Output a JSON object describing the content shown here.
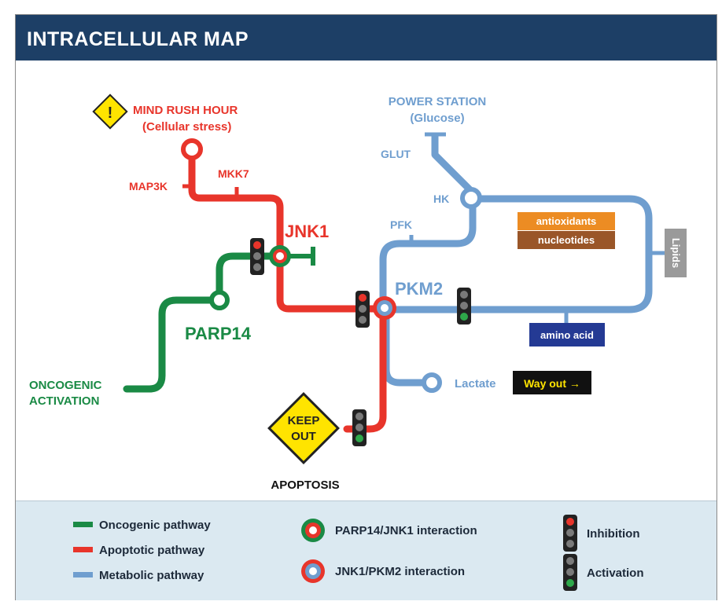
{
  "header": {
    "title": "INTRACELLULAR MAP"
  },
  "colors": {
    "oncogenic": "#1a8a45",
    "apoptotic": "#e8352b",
    "metabolic": "#6f9ecf",
    "header_bg": "#1d3f66",
    "legend_bg": "#dbe9f1",
    "sign_yellow": "#ffe400",
    "antioxidants_bg": "#ec8c23",
    "nucleotides_bg": "#9a5628",
    "amino_acid_bg": "#243a94",
    "lipids_bg": "#9a9a9a"
  },
  "map": {
    "stress": {
      "title": "MIND RUSH HOUR",
      "subtitle": "(Cellular stress)",
      "sign": "!"
    },
    "power": {
      "title": "POWER STATION",
      "subtitle": "(Glucose)"
    },
    "nodes": {
      "map3k": "MAP3K",
      "mkk7": "MKK7",
      "jnk1": "JNK1",
      "parp14": "PARP14",
      "pkm2": "PKM2",
      "glut": "GLUT",
      "hk": "HK",
      "pfk": "PFK",
      "lactate": "Lactate"
    },
    "oncogenic_activation": {
      "line1": "ONCOGENIC",
      "line2": "ACTIVATION"
    },
    "keep_out": {
      "line1": "KEEP",
      "line2": "OUT"
    },
    "apoptosis": "APOPTOSIS",
    "way_out": "Way out →",
    "boxes": {
      "antioxidants": "antioxidants",
      "nucleotides": "nucleotides",
      "amino_acid": "amino acid",
      "lipids": "Lipids"
    }
  },
  "legend": {
    "oncogenic": "Oncogenic pathway",
    "apoptotic": "Apoptotic pathway",
    "metabolic": "Metabolic pathway",
    "parp14_jnk1": "PARP14/JNK1 interaction",
    "jnk1_pkm2": "JNK1/PKM2 interaction",
    "inhibition": "Inhibition",
    "activation": "Activation"
  }
}
